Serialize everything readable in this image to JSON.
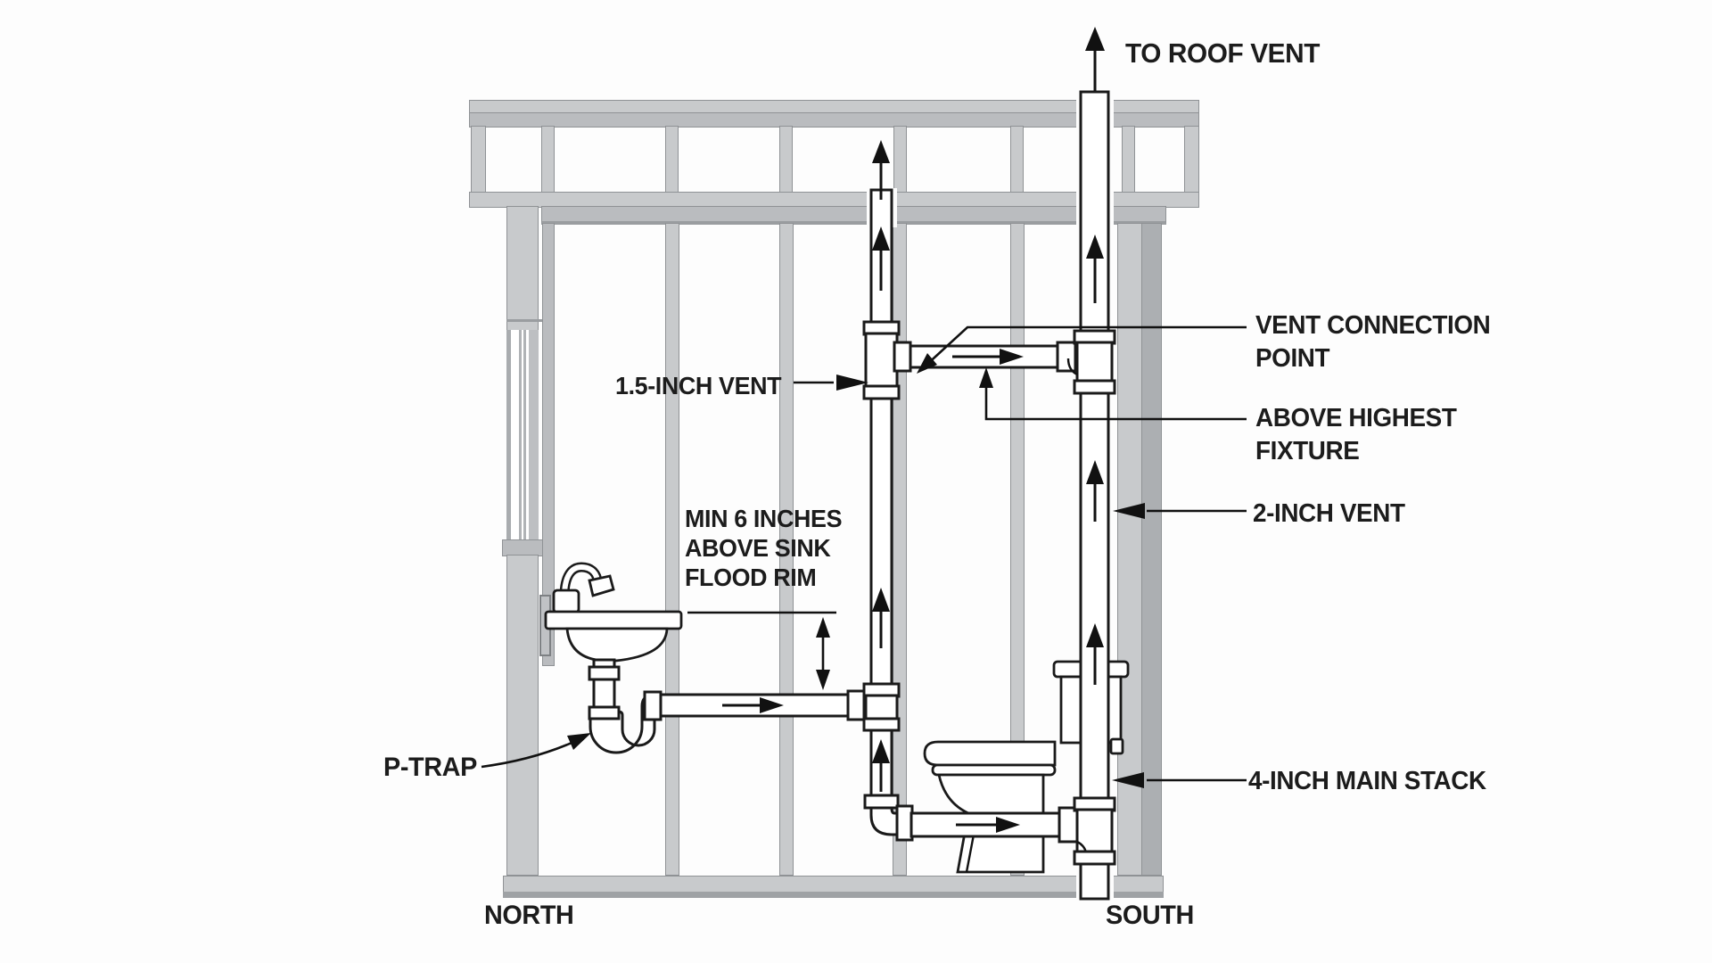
{
  "labels": {
    "to_roof_vent": "TO ROOF VENT",
    "vent_connection_line1": "VENT CONNECTION",
    "vent_connection_line2": "POINT",
    "above_highest_line1": "ABOVE HIGHEST",
    "above_highest_line2": "FIXTURE",
    "two_inch_vent": "2-INCH VENT",
    "one_five_inch_vent": "1.5-INCH VENT",
    "min_clearance_line1": "MIN 6 INCHES",
    "min_clearance_line2": "ABOVE SINK",
    "min_clearance_line3": "FLOOD RIM",
    "p_trap": "P-TRAP",
    "four_inch_main_stack": "4-INCH MAIN STACK",
    "north": "NORTH",
    "south": "SOUTH"
  },
  "colors": {
    "line": "#1a1a1a",
    "framing_light": "#c8cacc",
    "framing_mid": "#babcbf",
    "framing_dark": "#acafb2",
    "framing_border": "#8f9295",
    "background": "#fdfdfd",
    "text": "#1c1c1c"
  }
}
